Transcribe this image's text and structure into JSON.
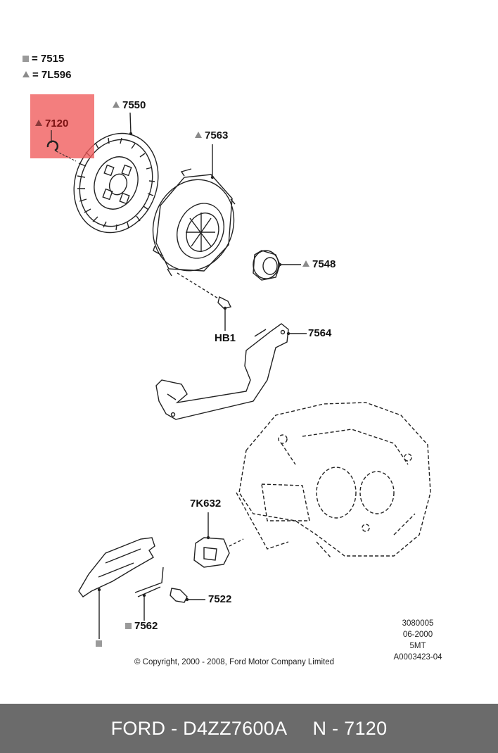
{
  "legend": [
    {
      "symbol": "square-icon",
      "text": "= 7515"
    },
    {
      "symbol": "triangle-icon",
      "text": "= 7L596"
    }
  ],
  "parts": {
    "p7120": "7120",
    "p7550": "7550",
    "p7563": "7563",
    "p7548": "7548",
    "hb1": "HB1",
    "p7564": "7564",
    "p7k632": "7K632",
    "p7522": "7522",
    "p7562": "7562"
  },
  "info": {
    "line1": "3080005",
    "line2": "06-2000",
    "line3": "5MT",
    "line4": "A0003423-04"
  },
  "copyright": "© Copyright, 2000 - 2008, Ford Motor Company Limited",
  "footer": {
    "left": "FORD - D4ZZ7600A",
    "right": "N - 7120"
  },
  "colors": {
    "highlight": "#f05a5a",
    "footer_bg": "#6b6b6b",
    "marker_gray": "#8a8a8a"
  }
}
